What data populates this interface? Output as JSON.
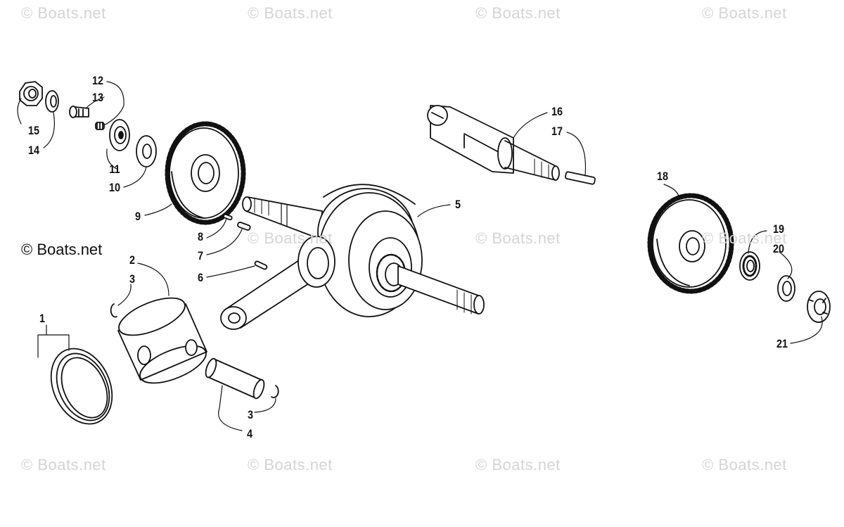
{
  "watermark_text": "© Boats.net",
  "main_watermark": "© Boats.net",
  "callouts": [
    "1",
    "2",
    "3",
    "3",
    "4",
    "5",
    "6",
    "7",
    "8",
    "9",
    "10",
    "11",
    "12",
    "13",
    "14",
    "15",
    "16",
    "17",
    "18",
    "19",
    "20",
    "21"
  ]
}
